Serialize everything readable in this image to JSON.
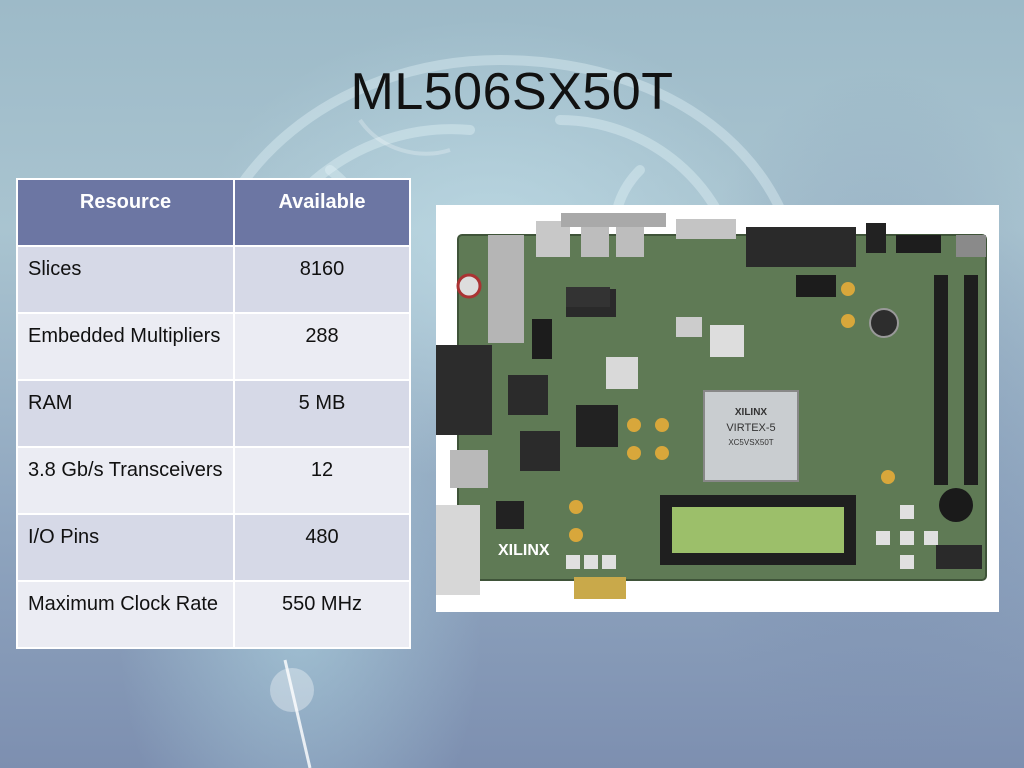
{
  "slide": {
    "title": "ML506SX50T"
  },
  "table": {
    "headers": [
      "Resource",
      "Available"
    ],
    "rows": [
      {
        "resource": "Slices",
        "available": "8160"
      },
      {
        "resource": "Embedded Multipliers",
        "available": "288"
      },
      {
        "resource": "RAM",
        "available": "5 MB"
      },
      {
        "resource": "3.8 Gb/s Transceivers",
        "available": "12"
      },
      {
        "resource": "I/O Pins",
        "available": "480"
      },
      {
        "resource": "Maximum Clock Rate",
        "available": "550 MHz"
      }
    ]
  },
  "board_photo": {
    "chip_text": [
      "XILINX",
      "VIRTEX-5",
      "XC5VSX50T"
    ],
    "logo_text": "XILINX"
  },
  "colors": {
    "header_bg": "#6c76a3",
    "row_light": "#ebecf3",
    "row_dark": "#d6d9e7",
    "board_green": "#5f7a55",
    "lcd_green": "#9cbf6a"
  }
}
